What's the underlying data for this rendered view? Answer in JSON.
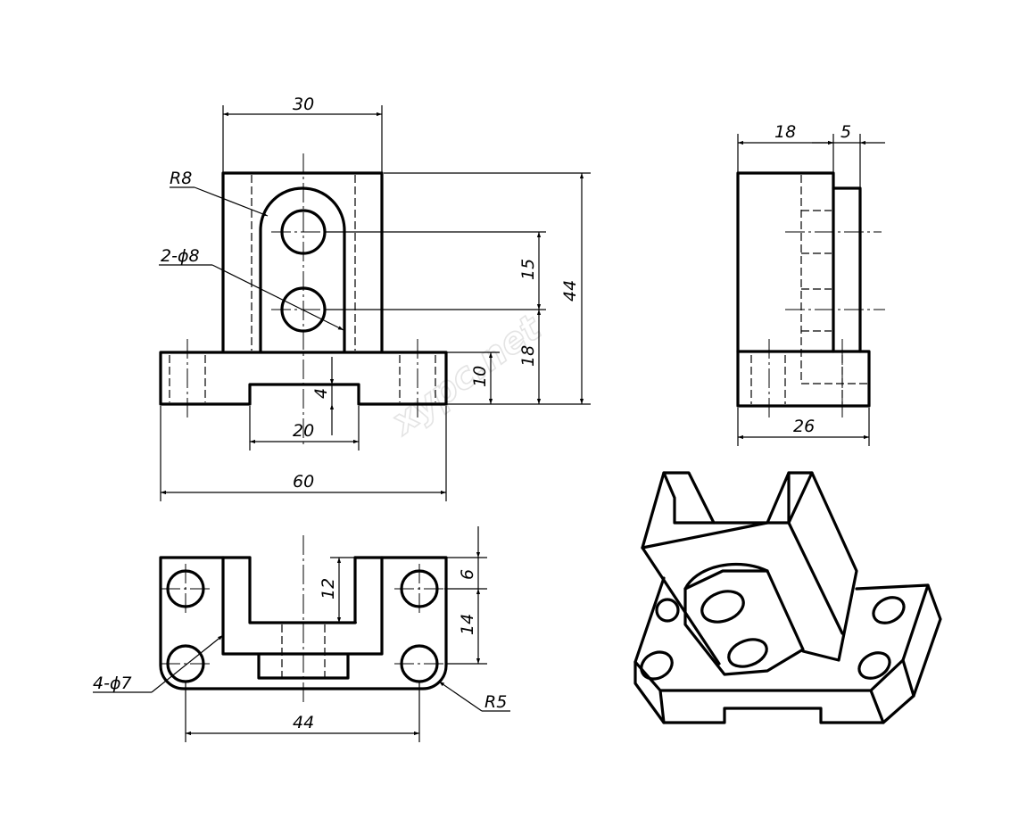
{
  "watermark": "xypc.net",
  "front_view": {
    "width_top": "30",
    "radius": "R8",
    "holes": "2-ϕ8",
    "hole_spacing": "15",
    "total_height": "44",
    "hole_height": "18",
    "base_height": "10",
    "slot_depth": "4",
    "slot_width": "20",
    "total_width": "60"
  },
  "side_view": {
    "depth_main": "18",
    "depth_lug": "5",
    "base_depth": "26"
  },
  "top_view": {
    "lug_depth": "12",
    "hole_row_offset": "6",
    "hole_row_spacing": "14",
    "base_holes": "4-ϕ7",
    "hole_span": "44",
    "corner_radius": "R5"
  }
}
